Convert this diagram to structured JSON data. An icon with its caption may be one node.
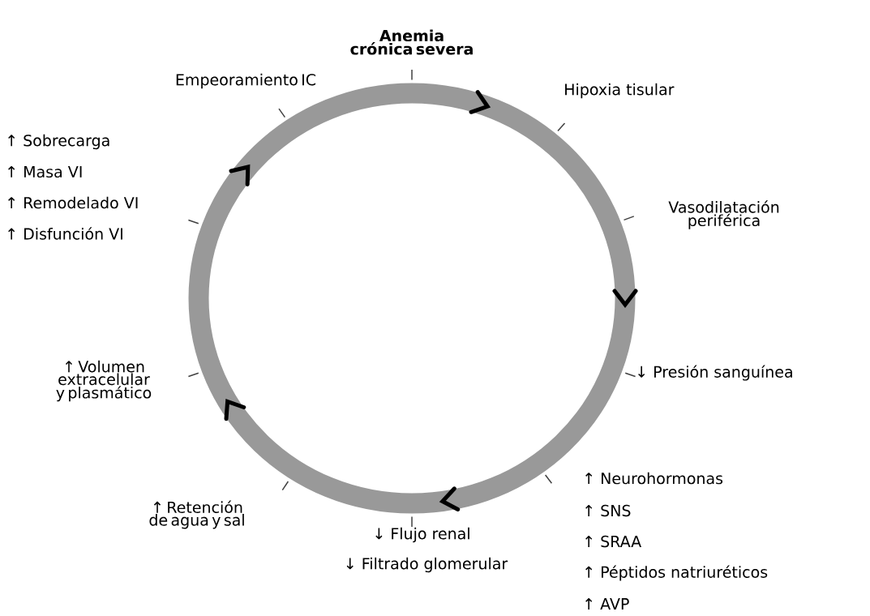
{
  "diagram": {
    "title": "Anemia crónica severa",
    "labels": [
      "Hipoxia tisular",
      "Vasodilatación periférica",
      "↓ Presión sanguínea",
      "↑ Neurohormonas",
      "↑ SNS",
      "↑ SRAA",
      "↑ Péptidos natriuréticos",
      "↑ AVP",
      "↓ Flujo renal",
      "↓ Filtrado glomerular",
      "↑ Retención de agua y sal",
      "↑ Volumen extracelular y plasmático",
      "↑ Sobrecarga",
      "↑ Masa VI",
      "↑ Remodelado VI",
      "↑ Disfunción VI",
      "Empeoramiento IC"
    ]
  }
}
